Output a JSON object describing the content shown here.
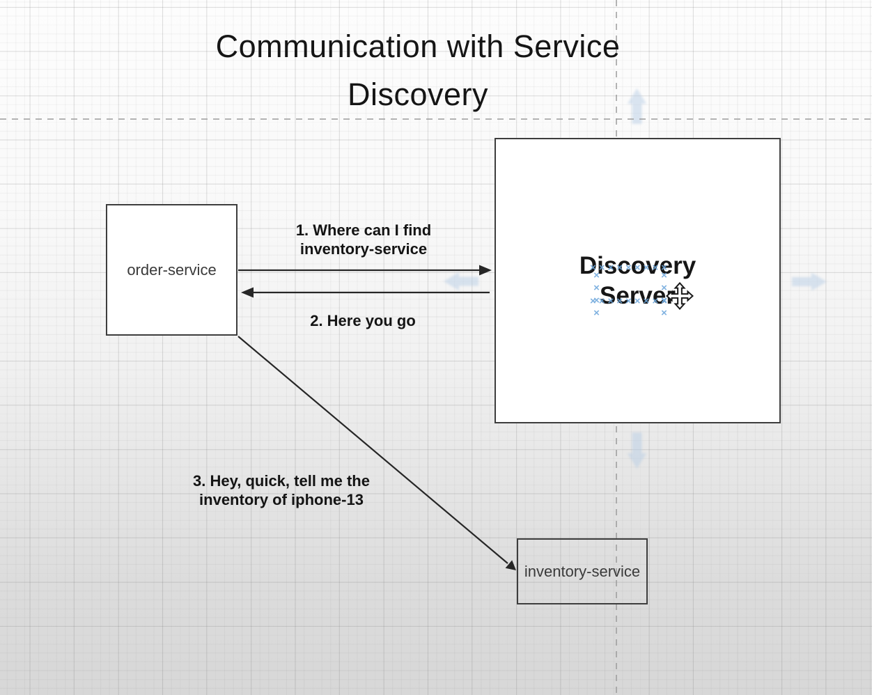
{
  "title": "Communication with Service Discovery",
  "nodes": {
    "order": {
      "label": "order-service"
    },
    "discovery": {
      "label": "Discovery Server"
    },
    "inventory": {
      "label": "inventory-service"
    }
  },
  "edges": {
    "request": {
      "label": "1. Where can I find\ninventory-service"
    },
    "response": {
      "label": "2. Here you go"
    },
    "call": {
      "label": "3. Hey, quick, tell me the\ninventory of iphone-13"
    }
  },
  "selection": {
    "marks_row": "×××××××××",
    "marks_col": "××××"
  },
  "colors": {
    "selection_blue": "#6fa8dc",
    "shape_border": "#3d3d3d",
    "hover_arrow_blue": "#b8cee6",
    "guide_gray": "#9b9b9b",
    "arrow_black": "#262626"
  }
}
